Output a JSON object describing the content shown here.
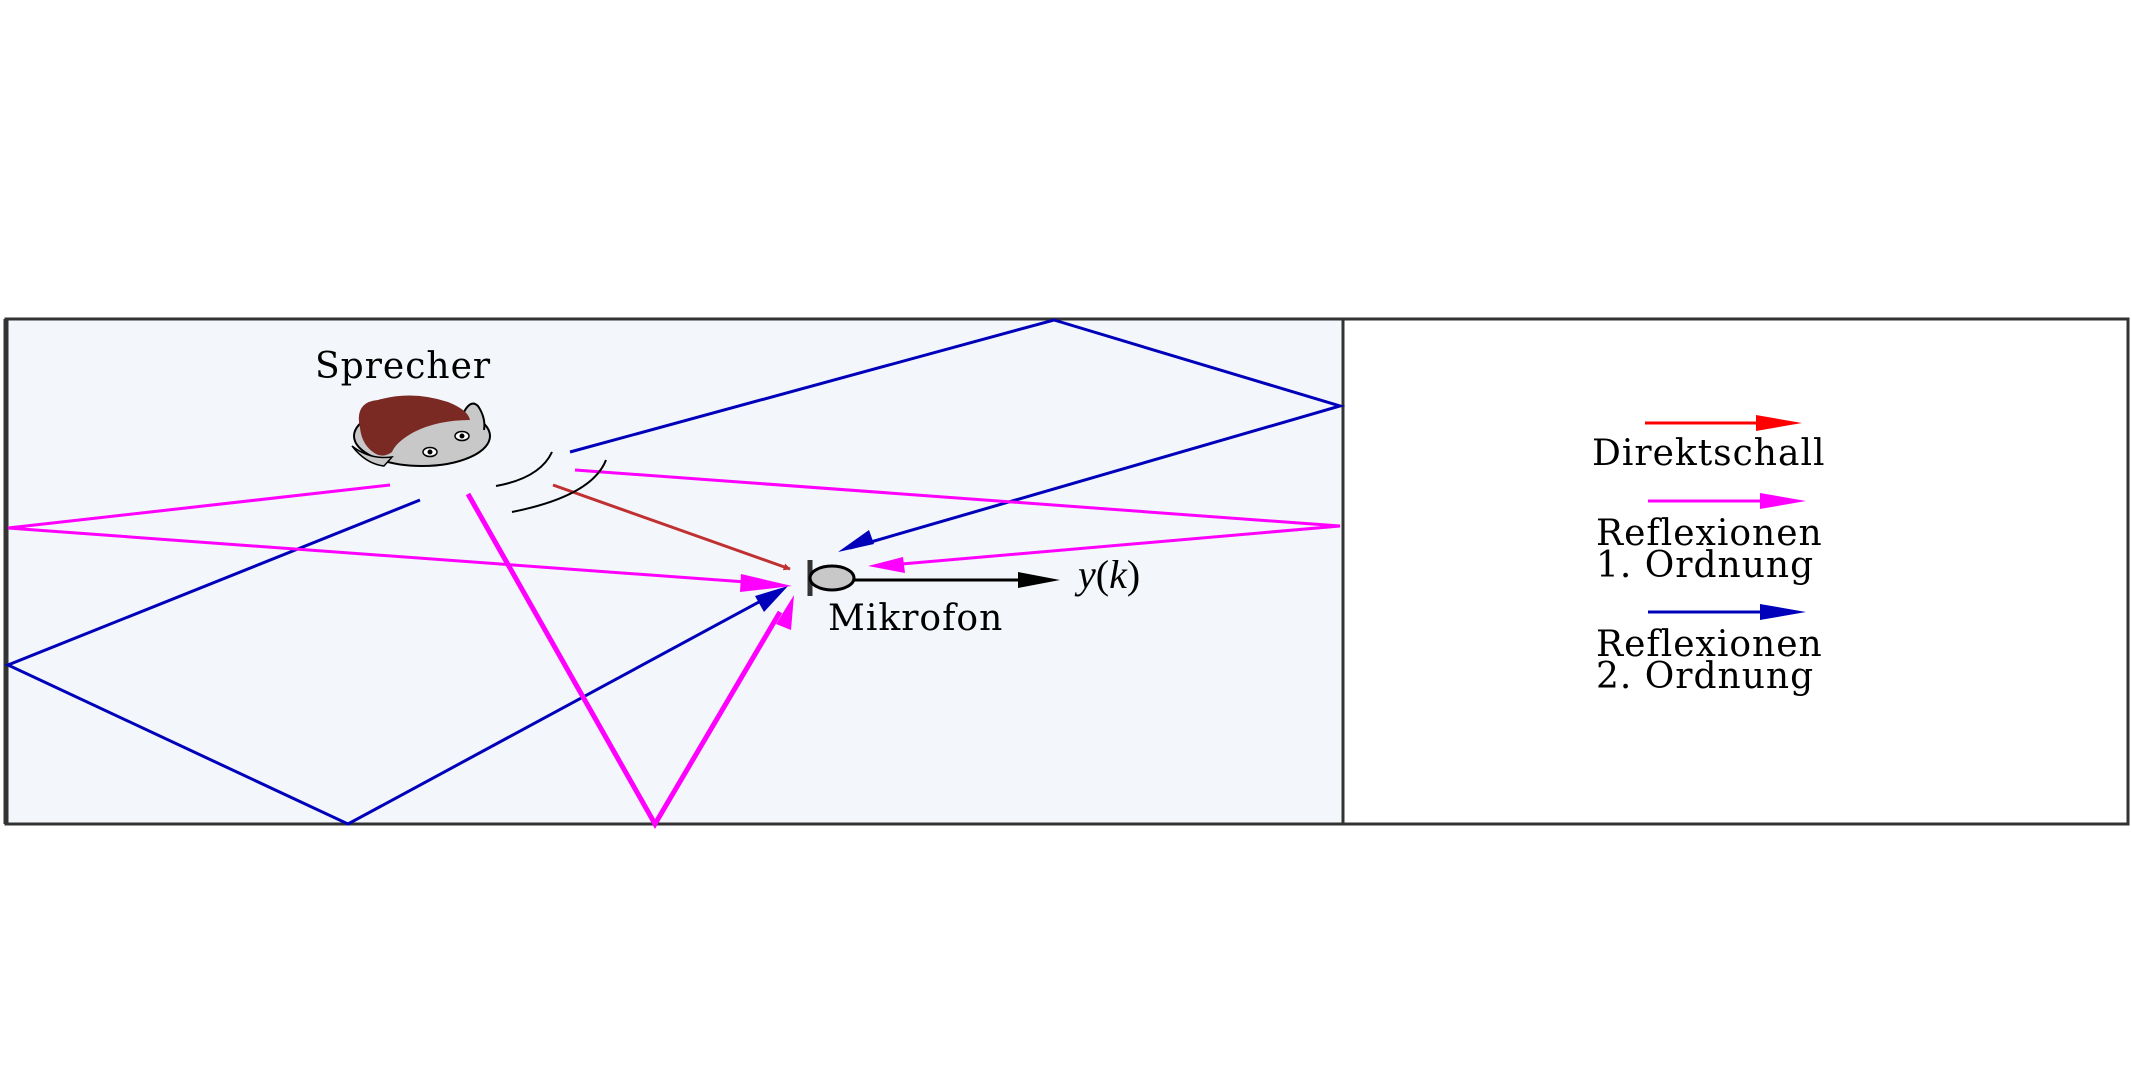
{
  "labels": {
    "speaker": "Sprecher",
    "microphone": "Mikrofon",
    "output_y": "y",
    "output_open": "(",
    "output_k": "k",
    "output_close": ")"
  },
  "legend": {
    "direct": "Direktschall",
    "first_line1": "Reflexionen",
    "first_line2": "1. Ordnung",
    "second_line1": "Reflexionen",
    "second_line2": "2. Ordnung"
  },
  "colors": {
    "direct": "#c03030",
    "direct_legend": "#ff0000",
    "first_order": "#ff00ff",
    "second_order": "#0000bb",
    "room_fill": "#f3f6fb",
    "frame": "#333333",
    "hair": "#7a2a22",
    "face": "#c8c8c8"
  },
  "icons": [
    "speaker-head-icon",
    "microphone-icon",
    "sound-wave-icon"
  ]
}
